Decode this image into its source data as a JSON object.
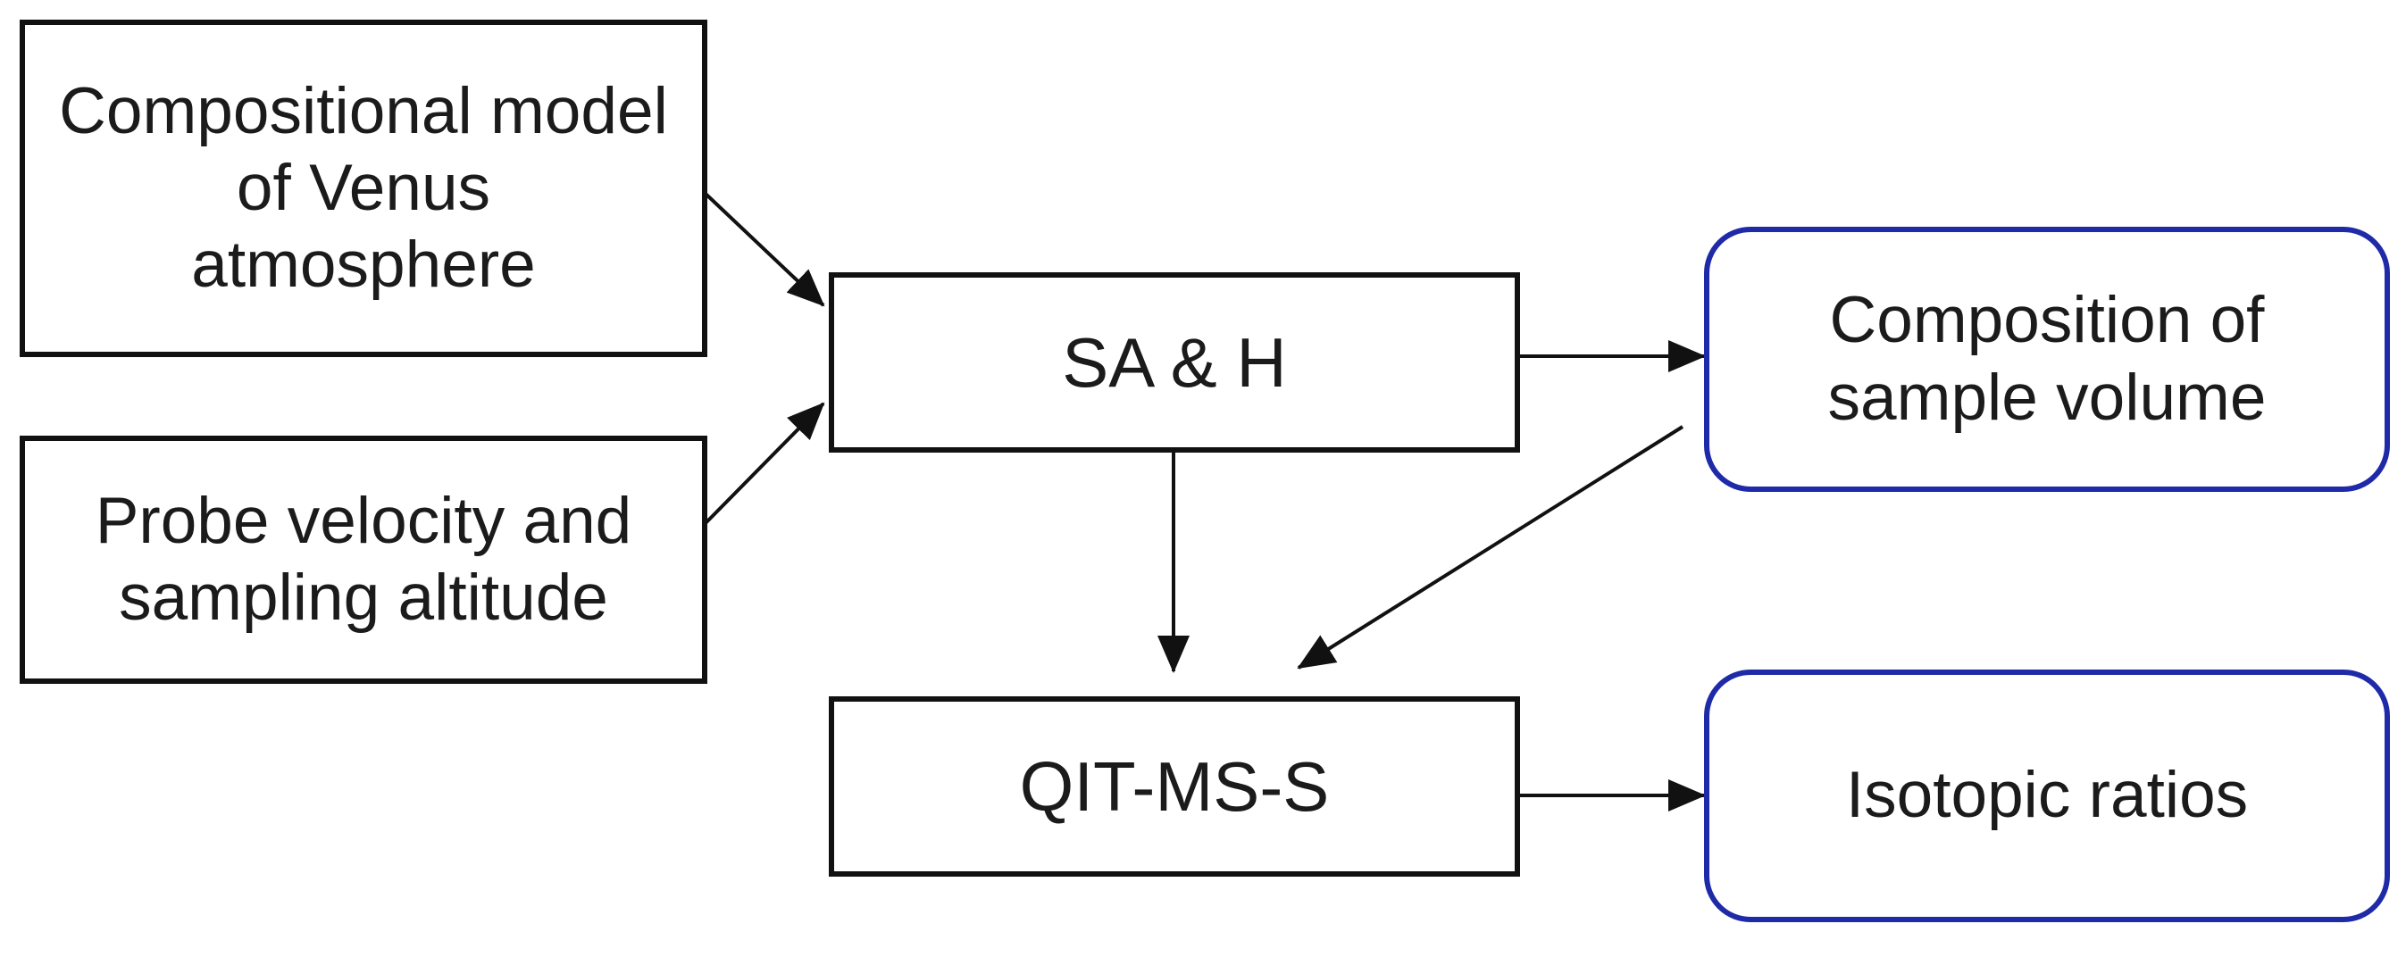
{
  "diagram": {
    "nodes": {
      "compositional_model": {
        "label": "Compositional model\nof Venus\natmosphere"
      },
      "probe_velocity": {
        "label": "Probe velocity and\nsampling altitude"
      },
      "sa_h": {
        "label": "SA & H"
      },
      "composition_sample": {
        "label": "Composition of\nsample volume"
      },
      "qit_ms_s": {
        "label": "QIT-MS-S"
      },
      "isotopic_ratios": {
        "label": "Isotopic ratios"
      }
    },
    "edges": [
      {
        "from": "compositional_model",
        "to": "sa_h"
      },
      {
        "from": "probe_velocity",
        "to": "sa_h"
      },
      {
        "from": "sa_h",
        "to": "composition_sample"
      },
      {
        "from": "sa_h",
        "to": "qit_ms_s"
      },
      {
        "from": "composition_sample",
        "to": "qit_ms_s"
      },
      {
        "from": "qit_ms_s",
        "to": "isotopic_ratios"
      }
    ],
    "colors": {
      "box_border": "#111111",
      "output_border": "#1f2aa8",
      "arrow": "#111111",
      "text": "#1b1b1b",
      "background": "#ffffff"
    }
  }
}
